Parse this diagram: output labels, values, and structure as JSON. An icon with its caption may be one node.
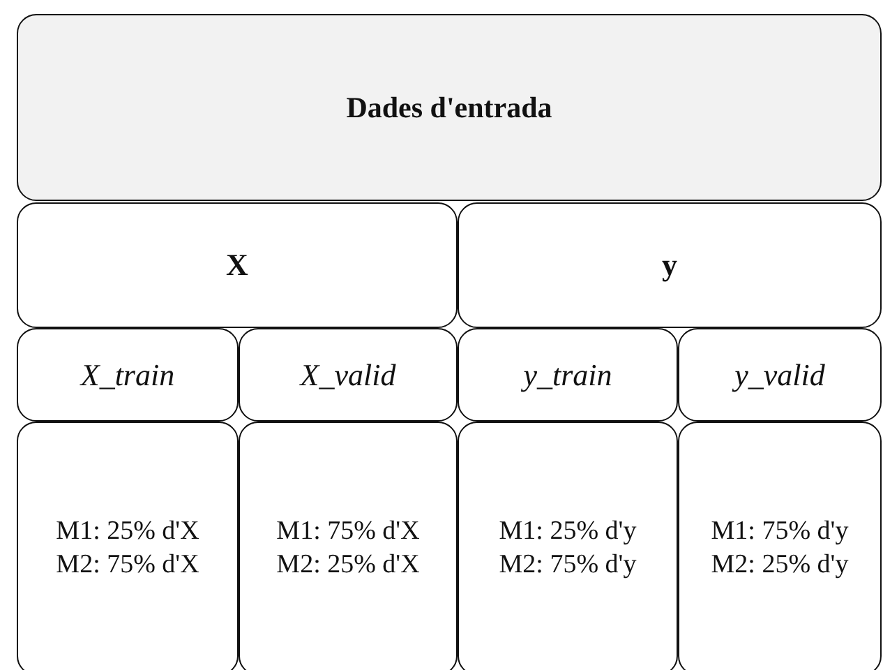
{
  "diagram": {
    "nodes": [
      {
        "text": [
          "Dades d'entrada"
        ]
      },
      {
        "text": [
          "X"
        ]
      },
      {
        "text": [
          "y"
        ]
      },
      {
        "text": [
          "X_train"
        ]
      },
      {
        "text": [
          "X_valid"
        ]
      },
      {
        "text": [
          "y_train"
        ]
      },
      {
        "text": [
          "y_valid"
        ]
      },
      {
        "text": [
          "M1: 25% d'X",
          "M2: 75% d'X"
        ]
      },
      {
        "text": [
          "M1: 75% d'X",
          "M2: 25% d'X"
        ]
      },
      {
        "text": [
          "M1: 25% d'y",
          "M2: 75% d'y"
        ]
      },
      {
        "text": [
          "M1: 75% d'y",
          "M2: 25% d'y"
        ]
      }
    ]
  }
}
